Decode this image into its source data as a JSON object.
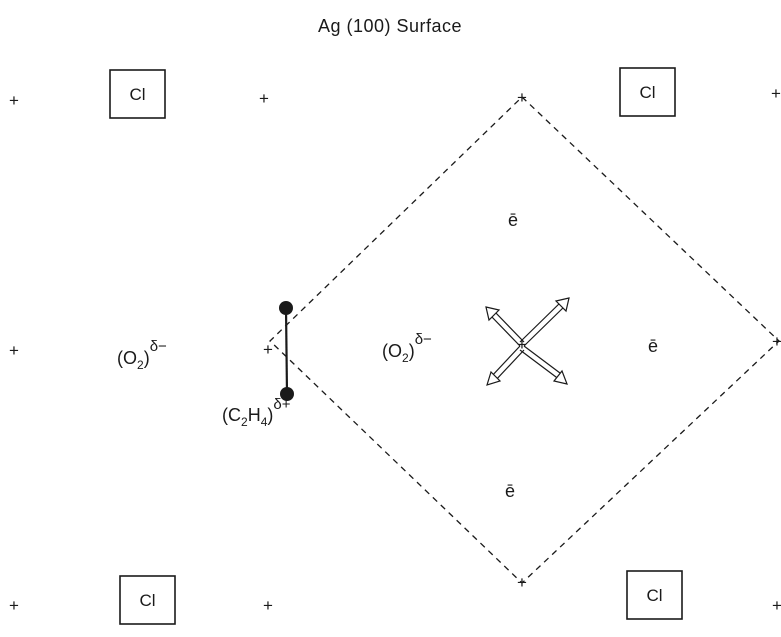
{
  "title": "Ag (100) Surface",
  "site_marker": "+",
  "cl_label": "Cl",
  "o2_label": {
    "open": "(O",
    "subscript": "2",
    "close": ")",
    "superscript": "δ−"
  },
  "c2h4_label": {
    "open": "(C",
    "sub1": "2",
    "mid": "H",
    "sub2": "4",
    "close": ")",
    "superscript": "δ+"
  },
  "electron_label": "ē",
  "colors": {
    "ink": "#1a1a1a",
    "background": "#ffffff"
  }
}
